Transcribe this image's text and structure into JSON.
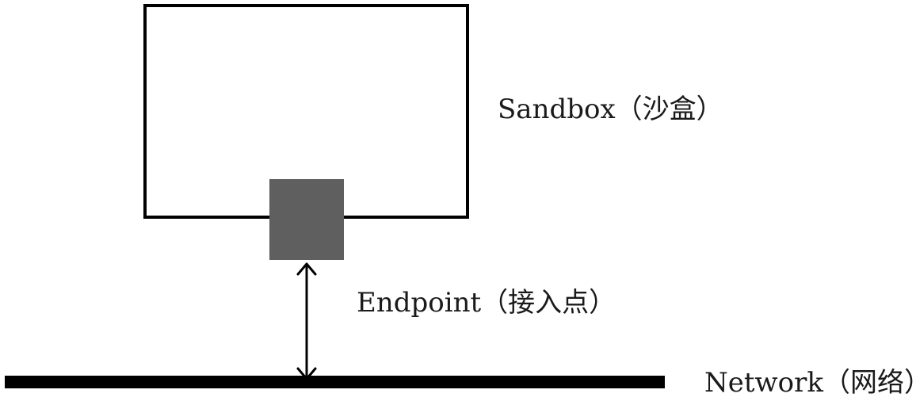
{
  "diagram": {
    "sandbox": {
      "label": "Sandbox（沙盒）"
    },
    "endpoint": {
      "label": "Endpoint（接入点）"
    },
    "network": {
      "label": "Network（网络）"
    }
  },
  "colors": {
    "stroke": "#000000",
    "endpoint_fill": "#5f5f5f",
    "background": "#ffffff"
  }
}
